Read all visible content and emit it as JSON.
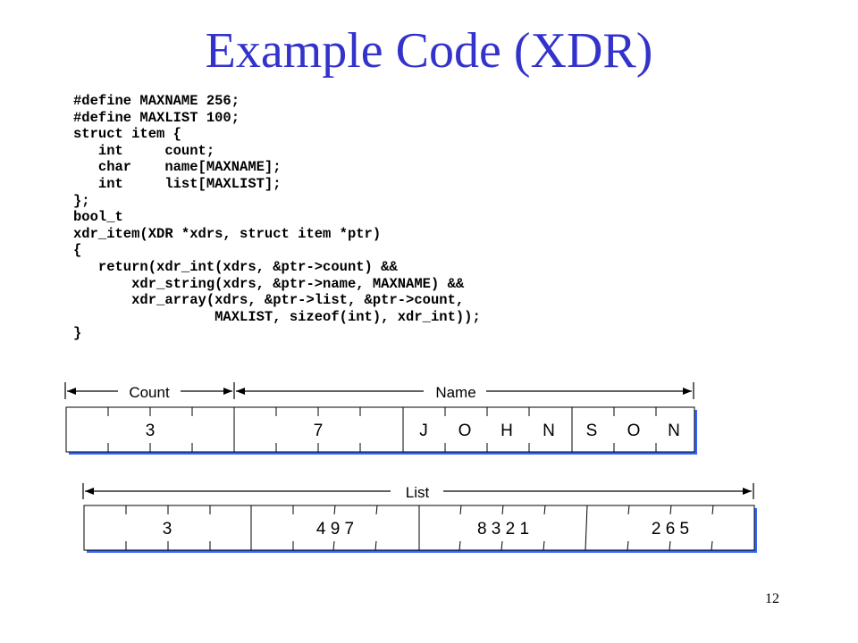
{
  "title": "Example Code (XDR)",
  "code_lines": [
    "#define MAXNAME 256;",
    "#define MAXLIST 100;",
    "struct item {",
    "   int     count;",
    "   char    name[MAXNAME];",
    "   int     list[MAXLIST];",
    "};",
    "bool_t",
    "xdr_item(XDR *xdrs, struct item *ptr)",
    "{",
    "   return(xdr_int(xdrs, &ptr->count) &&",
    "       xdr_string(xdrs, &ptr->name, MAXNAME) &&",
    "       xdr_array(xdrs, &ptr->list, &ptr->count,",
    "                 MAXLIST, sizeof(int), xdr_int));",
    "}"
  ],
  "diagram1": {
    "fields": [
      {
        "label": "Count"
      },
      {
        "label": "Name"
      }
    ],
    "cells": [
      "3",
      "7",
      "J",
      "O",
      "H",
      "N",
      "S",
      "O",
      "N"
    ]
  },
  "diagram2": {
    "fields": [
      {
        "label": "List"
      }
    ],
    "cells": [
      "3",
      "4 9 7",
      "8 3 2 1",
      "2 6 5"
    ]
  },
  "slide_number": "12",
  "colors": {
    "title": "#3333cc",
    "shadow": "#3366ff",
    "lines": "#000000"
  }
}
